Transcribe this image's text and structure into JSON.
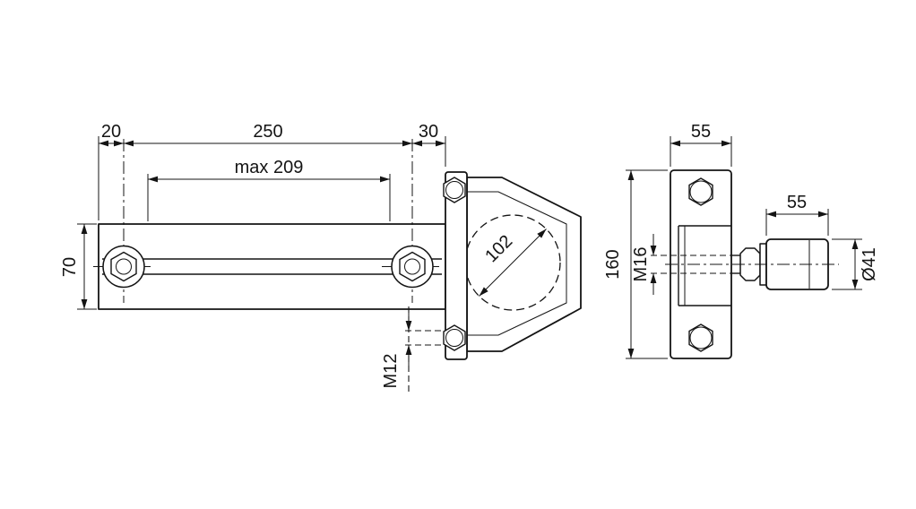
{
  "colors": {
    "background": "#ffffff",
    "lines": "#141414"
  },
  "front_view": {
    "dims": {
      "offset_left": "20",
      "bolt_spacing": "250",
      "offset_right": "30",
      "slot_max": "max 209",
      "rail_height": "70",
      "tube_diameter": "102",
      "bolt_thread": "M12"
    }
  },
  "side_view": {
    "dims": {
      "plate_width": "55",
      "plate_height": "160",
      "stem_thread": "M16",
      "roller_width": "55",
      "roller_diameter": "Ø41"
    }
  }
}
